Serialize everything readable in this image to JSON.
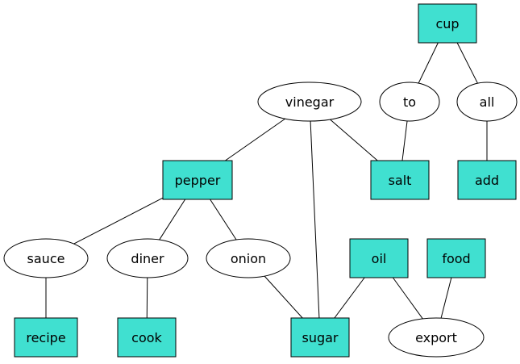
{
  "graph": {
    "colors": {
      "box_fill": "#40e0d0",
      "ellipse_fill": "#ffffff",
      "stroke": "#000000"
    },
    "nodes": [
      {
        "id": "cup",
        "label": "cup",
        "shape": "box"
      },
      {
        "id": "vinegar",
        "label": "vinegar",
        "shape": "ellipse"
      },
      {
        "id": "to",
        "label": "to",
        "shape": "ellipse"
      },
      {
        "id": "all",
        "label": "all",
        "shape": "ellipse"
      },
      {
        "id": "pepper",
        "label": "pepper",
        "shape": "box"
      },
      {
        "id": "salt",
        "label": "salt",
        "shape": "box"
      },
      {
        "id": "add",
        "label": "add",
        "shape": "box"
      },
      {
        "id": "sauce",
        "label": "sauce",
        "shape": "ellipse"
      },
      {
        "id": "diner",
        "label": "diner",
        "shape": "ellipse"
      },
      {
        "id": "onion",
        "label": "onion",
        "shape": "ellipse"
      },
      {
        "id": "oil",
        "label": "oil",
        "shape": "box"
      },
      {
        "id": "food",
        "label": "food",
        "shape": "box"
      },
      {
        "id": "recipe",
        "label": "recipe",
        "shape": "box"
      },
      {
        "id": "cook",
        "label": "cook",
        "shape": "box"
      },
      {
        "id": "sugar",
        "label": "sugar",
        "shape": "box"
      },
      {
        "id": "export",
        "label": "export",
        "shape": "ellipse"
      }
    ],
    "edges": [
      [
        "cup",
        "to"
      ],
      [
        "cup",
        "all"
      ],
      [
        "vinegar",
        "pepper"
      ],
      [
        "vinegar",
        "salt"
      ],
      [
        "vinegar",
        "sugar"
      ],
      [
        "to",
        "salt"
      ],
      [
        "all",
        "add"
      ],
      [
        "pepper",
        "sauce"
      ],
      [
        "pepper",
        "diner"
      ],
      [
        "pepper",
        "onion"
      ],
      [
        "sauce",
        "recipe"
      ],
      [
        "diner",
        "cook"
      ],
      [
        "onion",
        "sugar"
      ],
      [
        "oil",
        "sugar"
      ],
      [
        "oil",
        "export"
      ],
      [
        "food",
        "export"
      ]
    ]
  }
}
